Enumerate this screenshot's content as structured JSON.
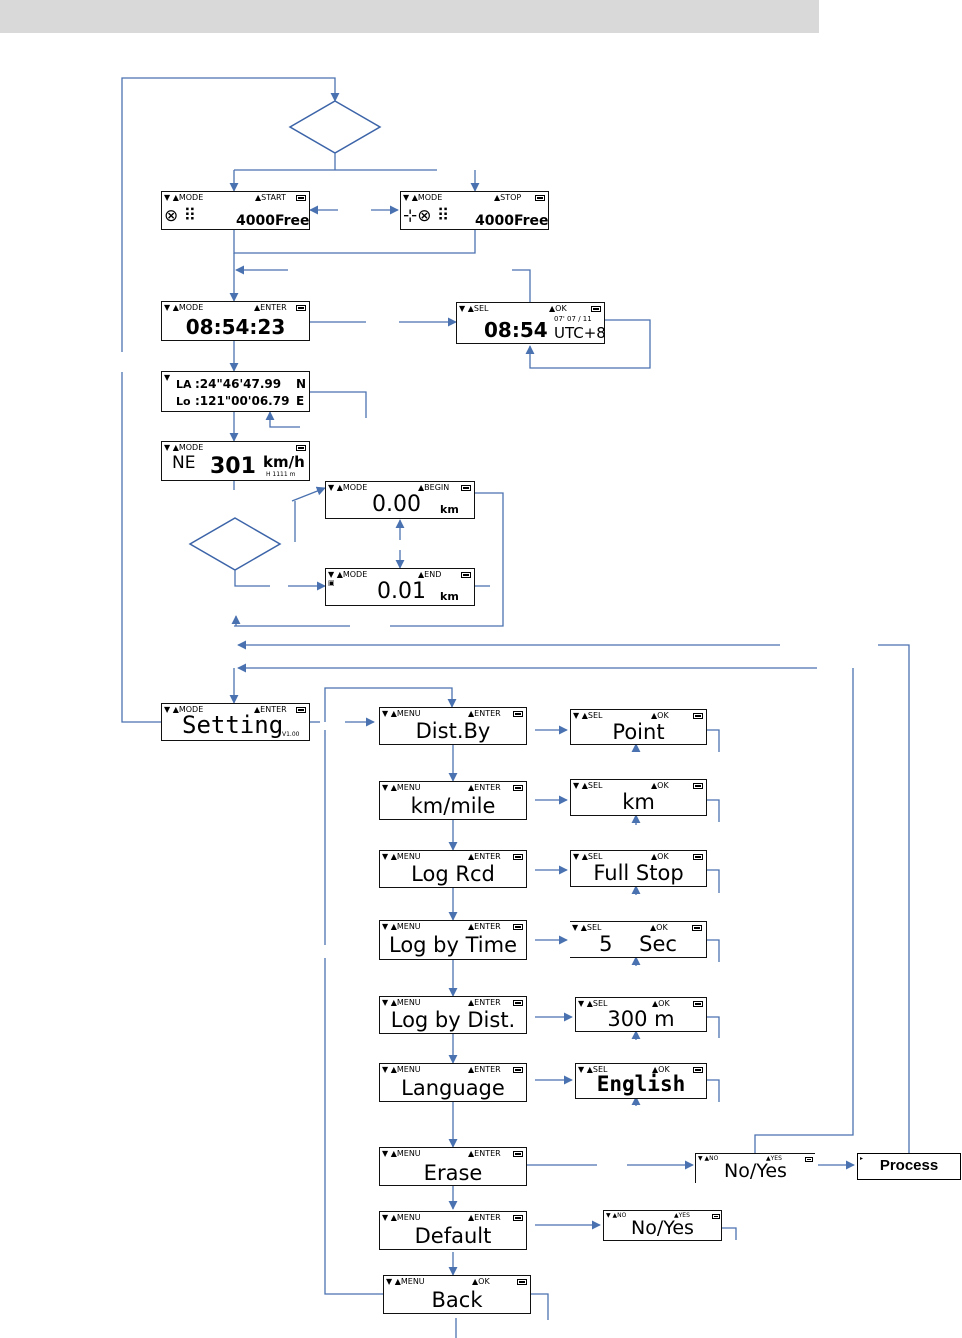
{
  "status_labels": {
    "mode": "MODE",
    "start": "START",
    "stop": "STOP",
    "enter": "ENTER",
    "sel": "SEL",
    "ok": "OK",
    "begin": "BEGIN",
    "end": "END",
    "menu": "MENU",
    "no": "NO",
    "yes": "YES"
  },
  "logger": {
    "capacity": "4000Free"
  },
  "clock": {
    "time": "08:54:23",
    "short_time": "08:54",
    "date": "07' 07 / 11",
    "utc": "UTC+8"
  },
  "position": {
    "la_label": "LA",
    "la_value": ":24\"46'47.99",
    "la_dir": "N",
    "lo_label": "Lo",
    "lo_value": ":121\"00'06.79",
    "lo_dir": "E"
  },
  "speed": {
    "heading": "NE",
    "value": "301",
    "unit": "km/h",
    "altitude": "H 1111 m"
  },
  "trip": {
    "begin_value": "0.00",
    "end_value": "0.01",
    "unit": "km"
  },
  "setting": {
    "title": "Setting",
    "version": "V1.00"
  },
  "menu_items": [
    "Dist.By",
    "km/mile",
    "Log Rcd",
    "Log by Time",
    "Log by Dist.",
    "Language",
    "Erase",
    "Default",
    "Back"
  ],
  "option_values": [
    "Point",
    "km",
    "Full Stop",
    "5    Sec",
    "300 m",
    "English"
  ],
  "confirm": {
    "erase": "No/Yes",
    "default": "No/Yes"
  },
  "process_label": "Process"
}
